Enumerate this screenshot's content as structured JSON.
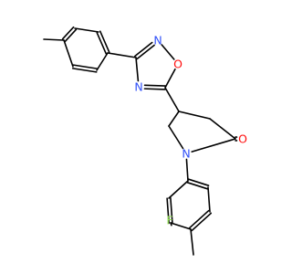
{
  "molecule": {
    "atoms": [
      {
        "id": "O1",
        "label": "O",
        "color": "#FF0D0D"
      },
      {
        "id": "N2",
        "label": "N",
        "color": "#3050F8"
      },
      {
        "id": "N4",
        "label": "N",
        "color": "#3050F8"
      },
      {
        "id": "N1",
        "label": "N",
        "color": "#3050F8"
      },
      {
        "id": "Ok",
        "label": "O",
        "color": "#FF0D0D"
      },
      {
        "id": "F",
        "label": "F",
        "color": "#90E050"
      }
    ]
  }
}
